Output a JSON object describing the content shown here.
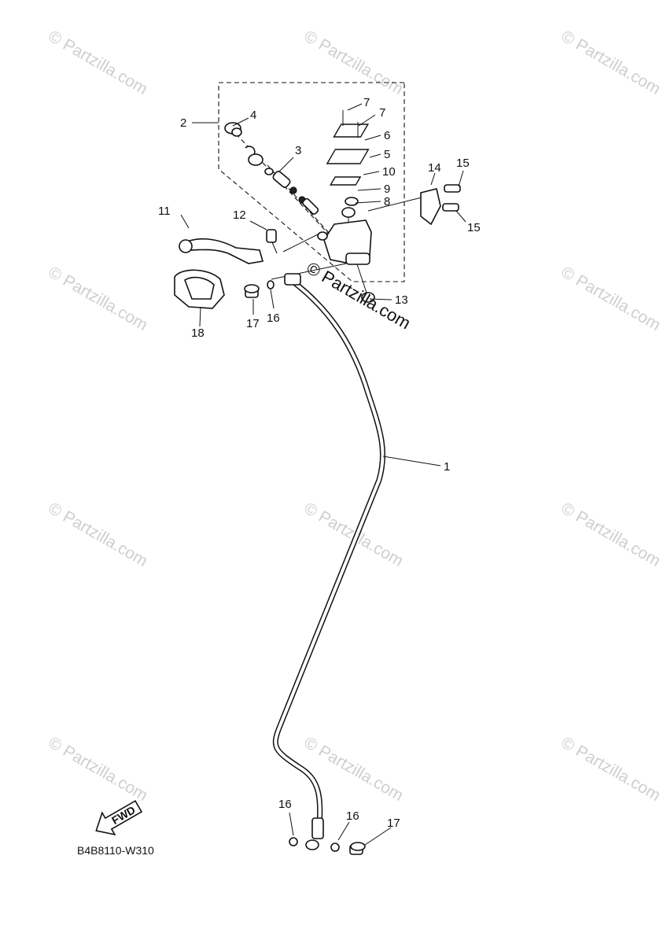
{
  "diagram": {
    "reference_code": "B4B8110-W310",
    "fwd_label": "FWD",
    "center_watermark": "© Partzilla.com",
    "background_watermark": "© Partzilla.com",
    "callouts": [
      {
        "id": "c1",
        "label": "1"
      },
      {
        "id": "c2",
        "label": "2"
      },
      {
        "id": "c3",
        "label": "3"
      },
      {
        "id": "c4",
        "label": "4"
      },
      {
        "id": "c5",
        "label": "5"
      },
      {
        "id": "c6",
        "label": "6"
      },
      {
        "id": "c7a",
        "label": "7"
      },
      {
        "id": "c7b",
        "label": "7"
      },
      {
        "id": "c8",
        "label": "8"
      },
      {
        "id": "c9",
        "label": "9"
      },
      {
        "id": "c10",
        "label": "10"
      },
      {
        "id": "c11",
        "label": "11"
      },
      {
        "id": "c12",
        "label": "12"
      },
      {
        "id": "c13",
        "label": "13"
      },
      {
        "id": "c14",
        "label": "14"
      },
      {
        "id": "c15a",
        "label": "15"
      },
      {
        "id": "c15b",
        "label": "15"
      },
      {
        "id": "c16a",
        "label": "16"
      },
      {
        "id": "c16b",
        "label": "16"
      },
      {
        "id": "c16c",
        "label": "16"
      },
      {
        "id": "c17a",
        "label": "17"
      },
      {
        "id": "c17b",
        "label": "17"
      },
      {
        "id": "c18",
        "label": "18"
      }
    ]
  }
}
